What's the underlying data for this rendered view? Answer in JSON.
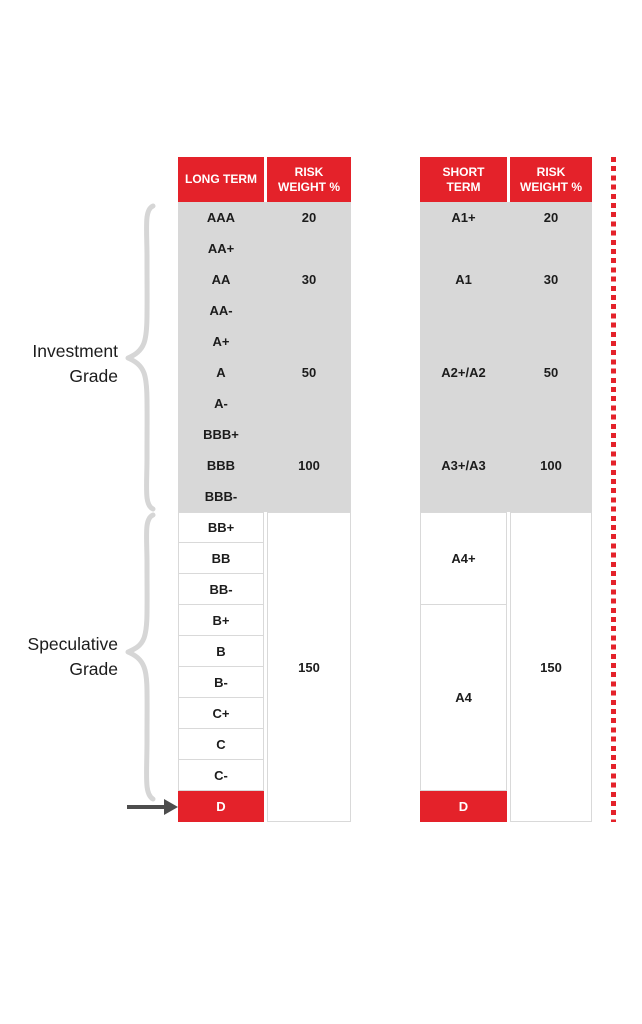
{
  "colors": {
    "accent_red": "#e4222a",
    "investment_band_gray": "#d8d8d8",
    "cell_border_gray": "#d9d9d9",
    "arrow_gray": "#4d4d4d"
  },
  "annotations": {
    "investment_line1": "Investment",
    "investment_line2": "Grade",
    "speculative_line1": "Speculative",
    "speculative_line2": "Grade"
  },
  "long_term": {
    "col1_header": "LONG TERM",
    "col2_header": "RISK WEIGHT %",
    "investment_rows": [
      {
        "rating": "AAA",
        "weight": "20"
      },
      {
        "rating": "AA+",
        "weight": ""
      },
      {
        "rating": "AA",
        "weight": "30"
      },
      {
        "rating": "AA-",
        "weight": ""
      },
      {
        "rating": "A+",
        "weight": ""
      },
      {
        "rating": "A",
        "weight": "50"
      },
      {
        "rating": "A-",
        "weight": ""
      },
      {
        "rating": "BBB+",
        "weight": ""
      },
      {
        "rating": "BBB",
        "weight": "100"
      },
      {
        "rating": "BBB-",
        "weight": ""
      }
    ],
    "speculative_ratings": [
      "BB+",
      "BB",
      "BB-",
      "B+",
      "B",
      "B-",
      "C+",
      "C",
      "C-"
    ],
    "default_rating": "D",
    "speculative_weight": "150"
  },
  "short_term": {
    "col1_header": "SHORT TERM",
    "col2_header": "RISK WEIGHT %",
    "investment_rows": [
      {
        "rating": "A1+",
        "weight": "20"
      },
      {
        "rating": "A1",
        "weight": "30"
      },
      {
        "rating": "A2+/A2",
        "weight": "50"
      },
      {
        "rating": "A3+/A3",
        "weight": "100"
      }
    ],
    "speculative_ratings": [
      "A4+",
      "A4"
    ],
    "default_rating": "D",
    "speculative_weight": "150"
  }
}
